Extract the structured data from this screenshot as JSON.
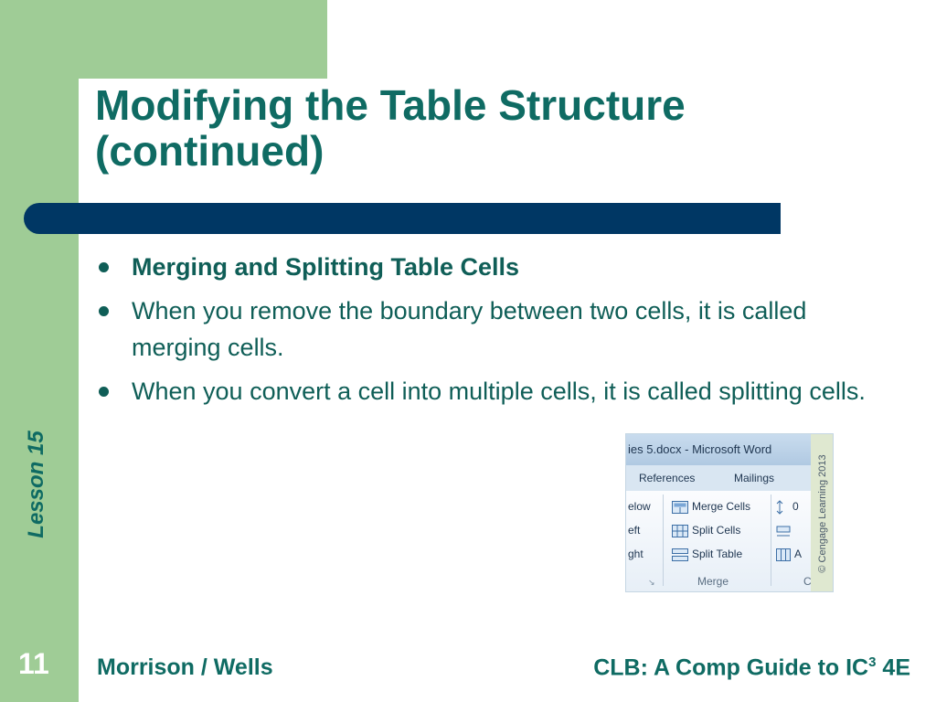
{
  "slide": {
    "title_line1": "Modifying the Table Structure",
    "title_line2": "(continued)",
    "bullets": [
      "Merging and Splitting Table Cells",
      "When you remove the boundary between two cells, it is called merging cells.",
      "When you convert a cell into multiple cells, it is called splitting cells."
    ],
    "lesson_label": "Lesson 15",
    "page_number": "11",
    "footer_left": "Morrison / Wells",
    "footer_right_prefix": "CLB: A Comp Guide to IC",
    "footer_right_sup": "3",
    "footer_right_suffix": " 4E"
  },
  "colors": {
    "side_band": "#9fcc96",
    "title_text": "#0f6b63",
    "rule_bar": "#003764"
  },
  "ribbon": {
    "window_title": "ies 5.docx  -  Microsoft Word",
    "tabs": [
      "References",
      "Mailings"
    ],
    "left_partial_items": [
      "elow",
      "eft",
      "ght"
    ],
    "merge_items": [
      {
        "label": "Merge Cells",
        "icon": "merge-cells-icon"
      },
      {
        "label": "Split Cells",
        "icon": "split-cells-icon"
      },
      {
        "label": "Split Table",
        "icon": "split-table-icon"
      }
    ],
    "right_partial": [
      "0",
      "",
      "A"
    ],
    "right_group_partial": "C",
    "merge_group_label": "Merge",
    "copyright": "© Cengage Learning 2013"
  }
}
